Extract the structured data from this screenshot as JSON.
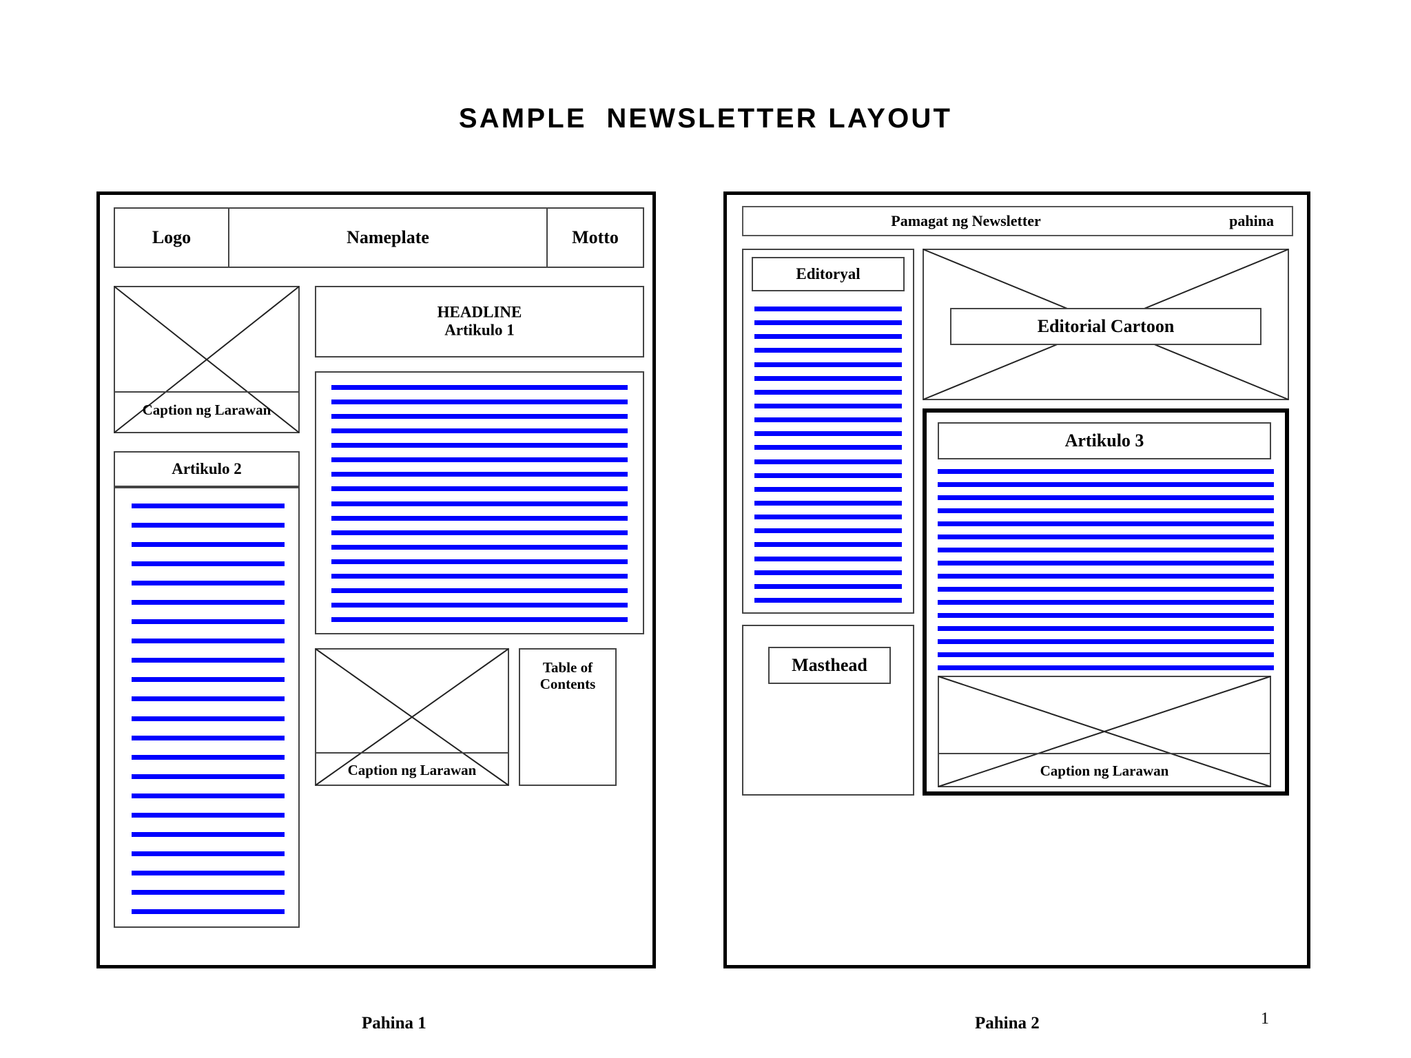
{
  "document": {
    "title": "SAMPLE  NEWSLETTER LAYOUT",
    "page_number": "1",
    "accent_color": "#0000FF",
    "line_color": "#000000"
  },
  "page1": {
    "footer_label": "Pahina 1",
    "header": {
      "logo": "Logo",
      "nameplate": "Nameplate",
      "motto": "Motto"
    },
    "photo": {
      "placeholder_name": "image-placeholder",
      "caption": "Caption ng Larawan"
    },
    "headline": {
      "line1": "HEADLINE",
      "line2": "Artikulo 1"
    },
    "article1": {
      "body_line_count": 17
    },
    "article2": {
      "heading": "Artikulo 2",
      "body_line_count": 22
    },
    "bottom_photo": {
      "placeholder_name": "image-placeholder",
      "caption": "Caption ng Larawan"
    },
    "toc": {
      "line1": "Table of",
      "line2": "Contents"
    }
  },
  "page2": {
    "footer_label": "Pahina 2",
    "header": {
      "newsletter_title": "Pamagat ng Newsletter",
      "page_word": "pahina"
    },
    "editorial": {
      "heading": "Editoryal",
      "body_line_count": 22
    },
    "cartoon": {
      "placeholder_name": "image-placeholder",
      "label": "Editorial Cartoon"
    },
    "article3": {
      "heading": "Artikulo 3",
      "body_line_count": 16,
      "photo": {
        "placeholder_name": "image-placeholder",
        "caption": "Caption ng Larawan"
      }
    },
    "masthead": {
      "label": "Masthead"
    }
  }
}
